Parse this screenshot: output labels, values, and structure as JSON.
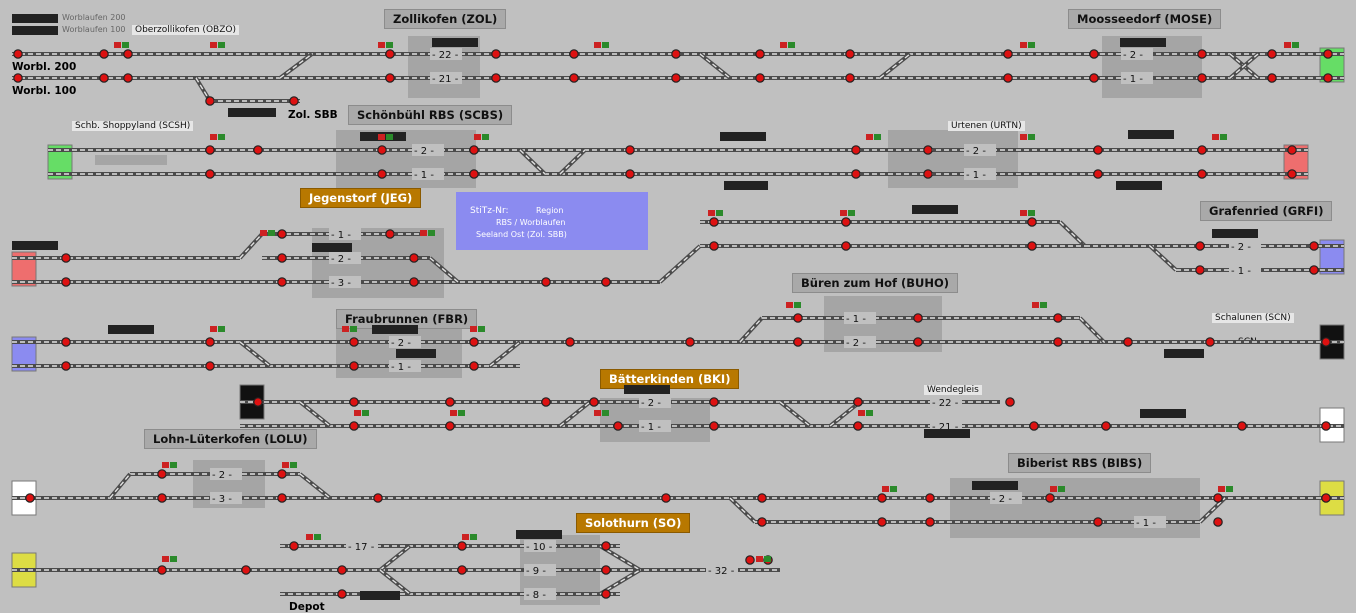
{
  "stations": {
    "zol": "Zollikofen (ZOL)",
    "mose": "Moosseedorf (MOSE)",
    "scbs": "Schönbühl RBS (SCBS)",
    "jeg": "Jegenstorf (JEG)",
    "grfr": "Grafenried (GRFI)",
    "buho": "Büren zum Hof (BUHO)",
    "fbr": "Fraubrunnen (FBR)",
    "bki": "Bätterkinden (BKI)",
    "lolu": "Lohn-Lüterkofen (LOLU)",
    "bibs": "Biberist RBS (BIBS)",
    "so": "Solothurn (SO)"
  },
  "labels": {
    "worblaufen200": "Worblaufen 200",
    "worblaufen100": "Worblaufen 100",
    "obzo": "Oberzollikofen (OBZO)",
    "worbl200": "Worbl. 200",
    "worbl100": "Worbl. 100",
    "zolsbb": "Zol. SBB",
    "scsh": "Schb. Shoppyland (SCSH)",
    "urtn": "Urtenen (URTN)",
    "scn": "Schalunen (SCN)",
    "scn_short": "SCN",
    "wendegleis": "Wendegleis",
    "depot": "Depot"
  },
  "stitz": {
    "title": "StiTz-Nr:",
    "rows": [
      "Region",
      "RBS / Worblaufen",
      "Seeland Ost (Zol. SBB)"
    ]
  },
  "colors": {
    "background": "#c0c0c0",
    "track": "#4b4b4b",
    "signal_red": "#dd1111",
    "end_green": "#66dd66",
    "end_red": "#ee6e6e",
    "end_blue": "#8b8bf0",
    "end_yellow": "#dddd44",
    "panel_blue": "#8b8bf0",
    "station_highlight": "#b87800"
  }
}
